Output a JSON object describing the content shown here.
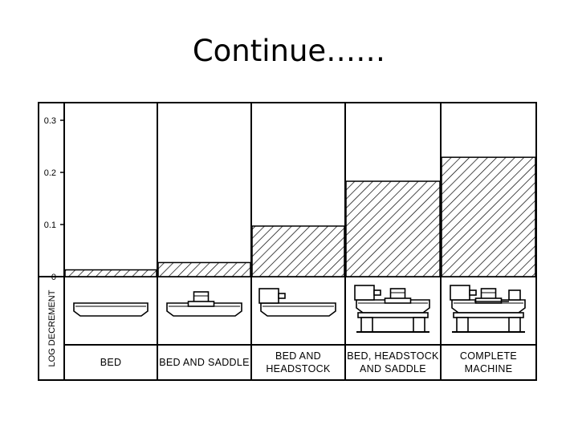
{
  "slide": {
    "title": "Continue……"
  },
  "chart_data": {
    "type": "bar",
    "ylabel": "LOG DECREMENT",
    "ylim": [
      0,
      0.33
    ],
    "yticks": [
      0,
      0.1,
      0.2,
      0.3
    ],
    "yticklabels": [
      "0",
      "0.1",
      "0.2",
      "0.3"
    ],
    "categories": [
      [
        "BED"
      ],
      [
        "BED AND SADDLE"
      ],
      [
        "BED  AND",
        "HEADSTOCK"
      ],
      [
        "BED, HEADSTOCK",
        "AND  SADDLE"
      ],
      [
        "COMPLETE",
        "MACHINE"
      ]
    ],
    "values": [
      0.013,
      0.027,
      0.097,
      0.183,
      0.229
    ],
    "bar_fill": "hatched",
    "icons": [
      "lathe-bed-icon",
      "bed-and-saddle-icon",
      "bed-and-headstock-icon",
      "bed-headstock-saddle-icon",
      "complete-machine-icon"
    ]
  }
}
